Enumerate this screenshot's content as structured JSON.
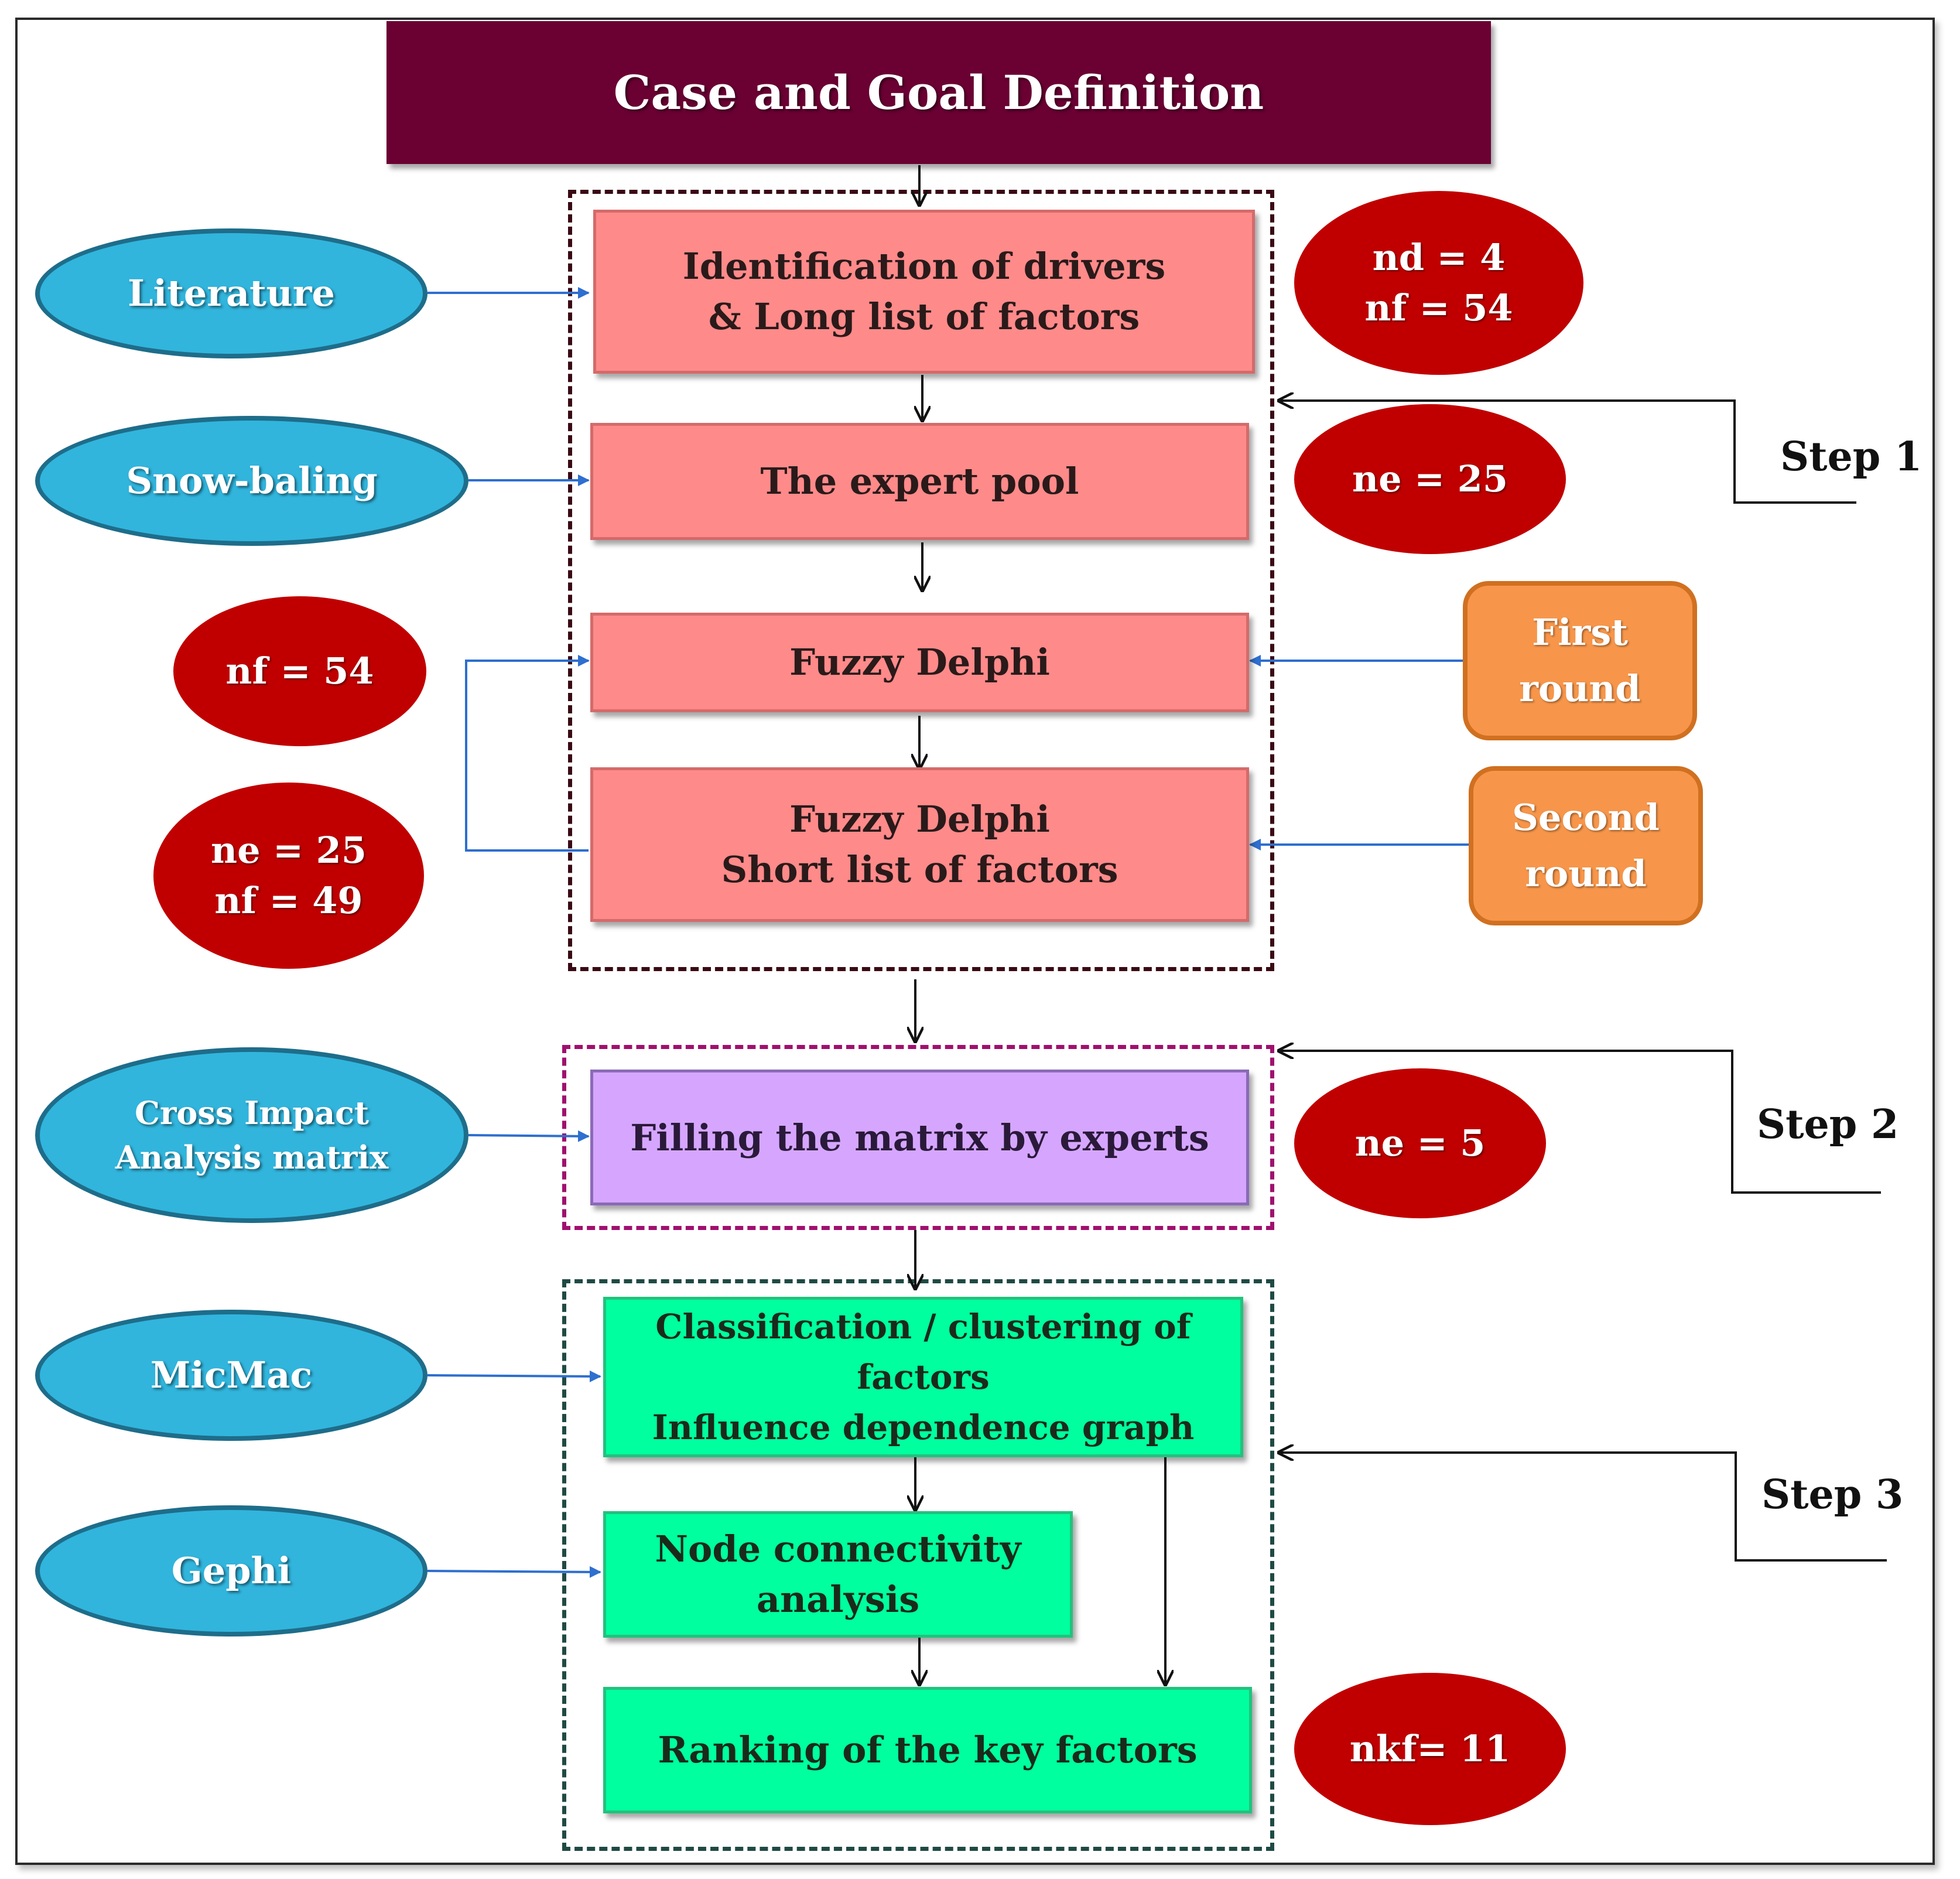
{
  "title": "Case and Goal Definition",
  "process": {
    "identification": [
      "Identification of drivers",
      "& Long list of factors"
    ],
    "expert_pool": "The expert pool",
    "fuzzy_delphi_1": "Fuzzy Delphi",
    "fuzzy_delphi_2": [
      "Fuzzy Delphi",
      "Short list of factors"
    ],
    "filling_matrix": "Filling the matrix by experts",
    "classification": [
      "Classification / clustering of factors",
      "Influence dependence graph"
    ],
    "node_connectivity": [
      "Node connectivity",
      "analysis"
    ],
    "ranking": "Ranking of the key factors"
  },
  "inputs": {
    "literature": "Literature",
    "snowballing": "Snow-baling",
    "cross_impact": [
      "Cross Impact",
      "Analysis matrix"
    ],
    "micmac": "MicMac",
    "gephi": "Gephi"
  },
  "badges": {
    "identification": [
      "nd = 4",
      "nf = 54"
    ],
    "expert_pool": "ne = 25",
    "delphi_input_nf": "nf = 54",
    "delphi_input_ne_nf": [
      "ne = 25",
      "nf = 49"
    ],
    "matrix": "ne = 5",
    "ranking": "nkf= 11"
  },
  "rounds": {
    "first": [
      "First",
      "round"
    ],
    "second": [
      "Second",
      "round"
    ]
  },
  "steps": {
    "step1": "Step 1",
    "step2": "Step 2",
    "step3": "Step 3"
  },
  "colors": {
    "title_bg": "#6b0033",
    "process_red": "#ff8a8a",
    "process_purple": "#d6a6ff",
    "process_green": "#00ff9f",
    "input_blue": "#31b5dd",
    "badge_red": "#c00000",
    "round_orange": "#f7964a",
    "arrow_blue": "#2e6fcf"
  }
}
